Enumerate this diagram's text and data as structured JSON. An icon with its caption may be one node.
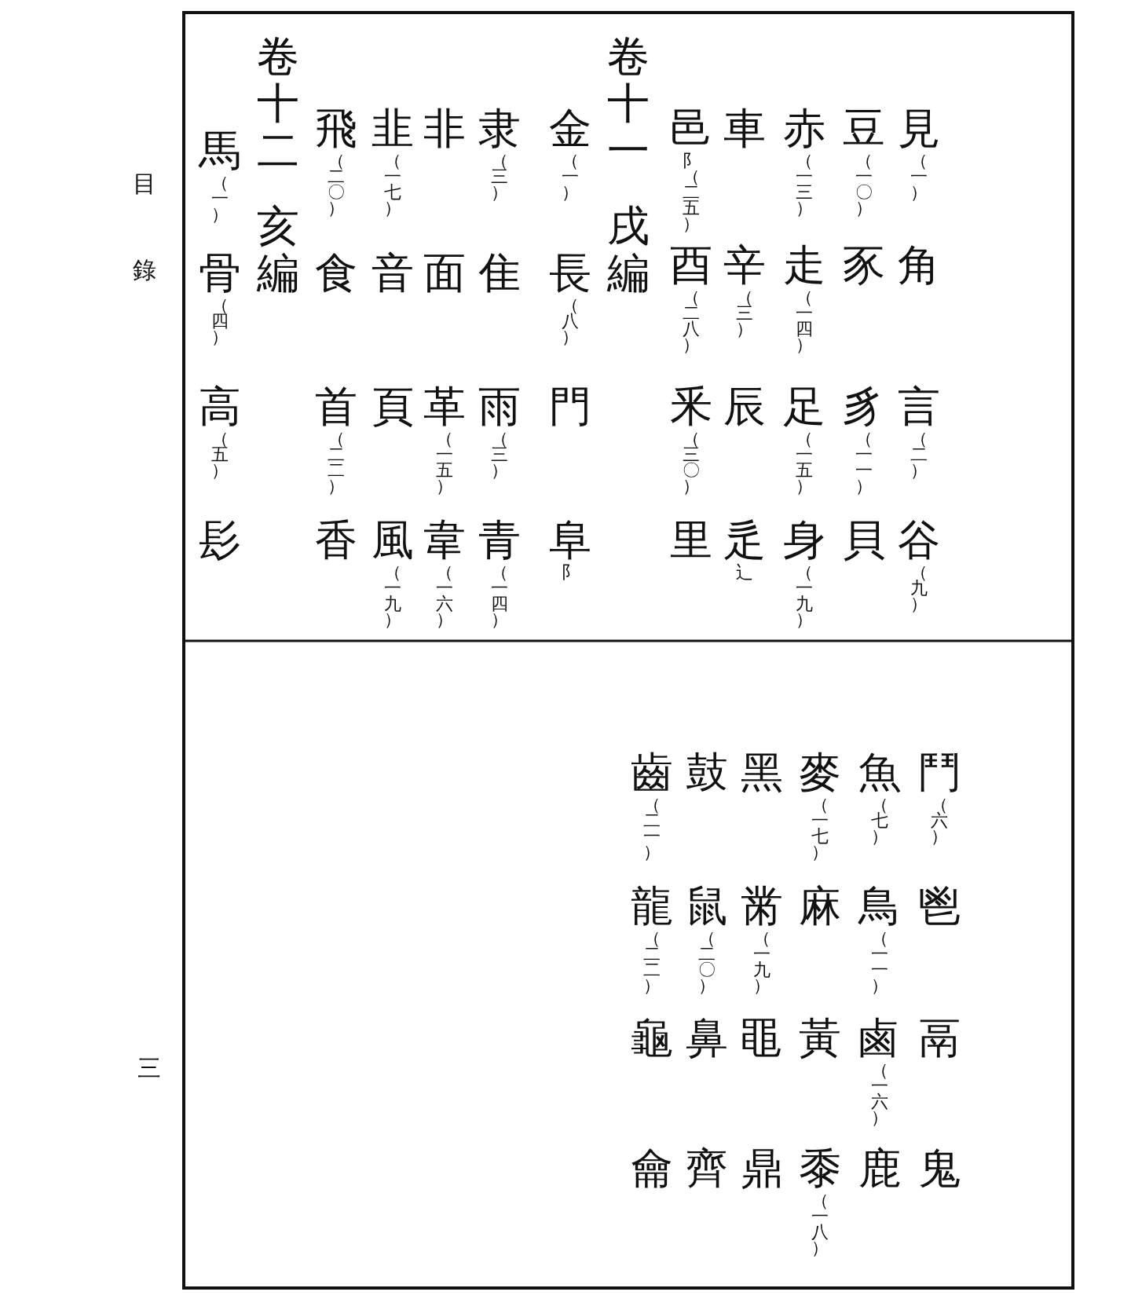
{
  "diagram": {
    "labels": [
      "見（一）",
      "角",
      "言（二）",
      "谷（九）",
      "豆（一〇）",
      "豕",
      "豸（一一）",
      "貝",
      "赤（一三）",
      "走（一四）",
      "足（一五）",
      "身（一九）",
      "車",
      "辛（三）",
      "辰",
      "辵辶",
      "邑阝（二五）",
      "酉（二八）",
      "釆（三〇）",
      "里",
      "卷十一",
      "戌編",
      "金（一）",
      "長（八）",
      "門",
      "阜阝",
      "隶（三）",
      "隹",
      "雨（三）",
      "青（一四）",
      "非",
      "面",
      "革（一五）",
      "韋（一六）",
      "韭（一七）",
      "音",
      "頁",
      "風（一九）",
      "飛（二〇）",
      "食",
      "首（二二）",
      "香",
      "卷十二",
      "亥編",
      "馬（一）",
      "骨（四）",
      "高（五）",
      "髟",
      "鬥（六）",
      "鬯",
      "鬲",
      "鬼",
      "魚（七）",
      "鳥（一一）",
      "鹵（一六）",
      "鹿",
      "麥（一七）",
      "麻",
      "黃",
      "黍（一八）",
      "黑",
      "黹（一九）",
      "黽",
      "鼎",
      "鼓",
      "鼠（二〇）",
      "鼻",
      "齊",
      "齒（二一）",
      "龍（二二）",
      "龜",
      "龠",
      "目錄",
      "三"
    ]
  }
}
